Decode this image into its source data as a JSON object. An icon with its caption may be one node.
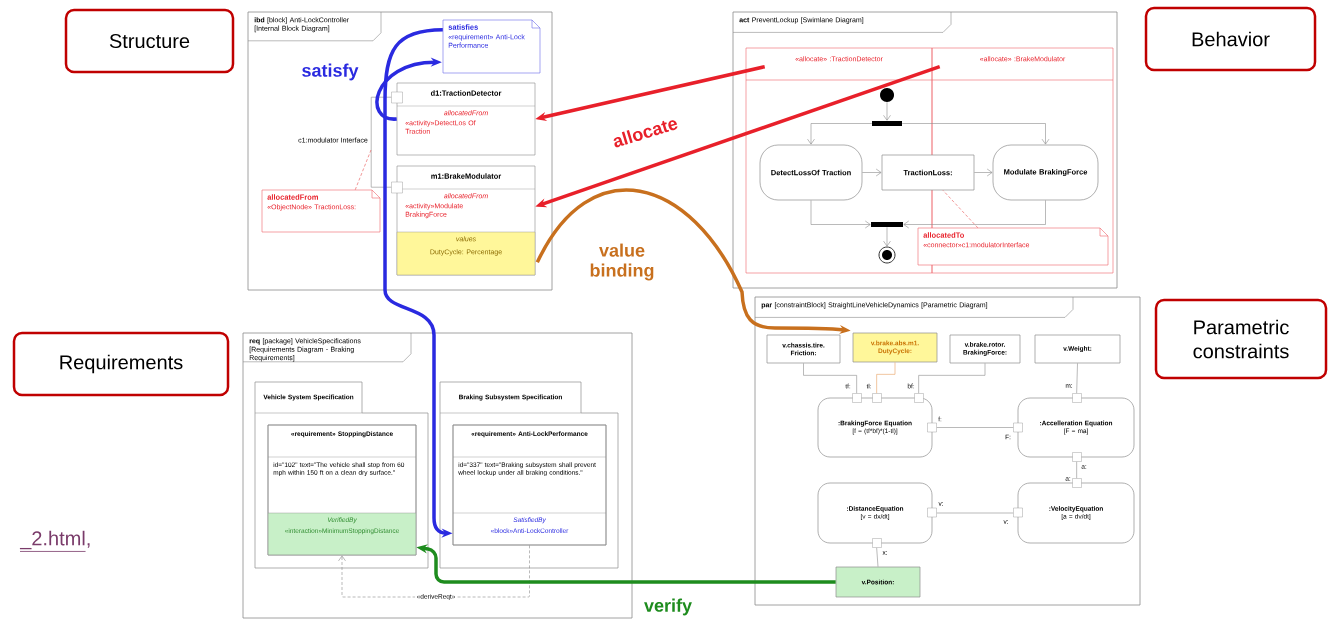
{
  "diagram": {
    "nodes": [
      {
        "text": [
          "Structure"
        ]
      },
      {
        "text": [
          "Behavior"
        ]
      },
      {
        "text": [
          "Parametric constraints"
        ]
      },
      {
        "text": [
          "Requirements"
        ]
      },
      {
        "text": [
          "**ibd** [block] Anti-LockController [Internal Block Diagram]"
        ]
      },
      {
        "text": [
          "satisfies",
          "«requirement» Anti-Lock Performance"
        ],
        "in": 4
      },
      {
        "text": [
          "d1:TractionDetector",
          "allocatedFrom",
          "«activity»DetectLos Of Traction"
        ],
        "in": 4
      },
      {
        "text": [
          "m1:BrakeModulator",
          "allocatedFrom",
          "«activity»Modulate BrakingForce",
          "values",
          "DutyCycle: Percentage"
        ],
        "in": 4
      },
      {
        "text": [
          "allocatedFrom",
          "«ObjectNode» TractionLoss:"
        ],
        "in": 4
      },
      {
        "text": [
          "**act** PreventLockup [Swimlane Diagram]"
        ]
      },
      {
        "text": [
          "«allocate» :TractionDetector"
        ],
        "in": 9
      },
      {
        "text": [
          "«allocate» :BrakeModulator"
        ],
        "in": 9
      },
      {
        "text": [],
        "shape": "circle",
        "in": 10
      },
      {
        "text": [],
        "shape": "bar",
        "in": 10
      },
      {
        "text": [
          "DetectLossOf Traction"
        ],
        "in": 10
      },
      {
        "text": [
          "TractionLoss:"
        ],
        "in": 9
      },
      {
        "text": [
          "Modulate BrakingForce"
        ],
        "in": 11
      },
      {
        "text": [],
        "shape": "bar",
        "in": 10
      },
      {
        "text": [],
        "shape": "circle",
        "in": 10
      },
      {
        "text": [
          "allocatedTo",
          "«connector»c1:modulatorInterface"
        ],
        "in": 9
      },
      {
        "text": [
          "**req** [package] VehicleSpecifications [Requirements Diagram - Braking Requirements]"
        ]
      },
      {
        "text": [
          "Vehicle System Specification"
        ],
        "in": 20
      },
      {
        "text": [
          "«requirement» StoppingDistance",
          "id=\"102\" text=\"The vehicle shall stop from 60 mph within 150 ft on a clean dry surface.\"",
          "VerifiedBy",
          "«interaction»MinimumStoppingDistance"
        ],
        "in": 21
      },
      {
        "text": [
          "Braking Subsystem Specification"
        ],
        "in": 20
      },
      {
        "text": [
          "«requirement» Anti-LockPerformance",
          "id=\"337\" text=\"Braking subsystem shall prevent wheel lockup under all braking conditions.\"",
          "SatisfiedBy",
          "«block»Anti-LockController"
        ],
        "in": 23
      },
      {
        "text": [
          "**par** [constraintBlock] StraightLineVehicleDynamics [Parametric Diagram]"
        ]
      },
      {
        "text": [
          "v.chassis.tire. Friction:"
        ],
        "in": 25
      },
      {
        "text": [
          "v.brake.abs.m1. DutyCycle:"
        ],
        "in": 25
      },
      {
        "text": [
          "v.brake.rotor. BrakingForce:"
        ],
        "in": 25
      },
      {
        "text": [
          "v.Weight:"
        ],
        "in": 25
      },
      {
        "text": [
          ":BrakingForce Equation",
          "[f = (tf*bf)*(1-tl)]"
        ],
        "in": 25
      },
      {
        "text": [
          ":Accelleration Equation",
          "[F = ma]"
        ],
        "in": 25
      },
      {
        "text": [
          ":DistanceEquation",
          "[v = dx/dt]"
        ],
        "in": 25
      },
      {
        "text": [
          ":VelocityEquation",
          "[a = dv/dt]"
        ],
        "in": 25
      },
      {
        "text": [
          "v.Position:"
        ],
        "in": 25
      }
    ],
    "edges": [
      {
        "from": 6,
        "to": 7,
        "arrow": "none",
        "label": "c1:modulator Interface"
      },
      {
        "from": 8,
        "to": null,
        "arrow": "none",
        "style": "dashed",
        "color": "#e85050"
      },
      {
        "from": 12,
        "to": 13,
        "arrow": "to"
      },
      {
        "from": 13,
        "to": 14,
        "arrow": "to"
      },
      {
        "from": 13,
        "to": 16,
        "arrow": "to"
      },
      {
        "from": 14,
        "to": 15,
        "arrow": "to"
      },
      {
        "from": 15,
        "to": 16,
        "arrow": "to"
      },
      {
        "from": 14,
        "to": 17,
        "arrow": "to"
      },
      {
        "from": 16,
        "to": 17,
        "arrow": "to"
      },
      {
        "from": 17,
        "to": 18,
        "arrow": "to"
      },
      {
        "from": 19,
        "to": 15,
        "arrow": "none",
        "style": "dashed",
        "color": "#e85050"
      },
      {
        "from": 24,
        "to": 22,
        "arrow": "to",
        "style": "dashed",
        "label": "«deriveReqt»"
      },
      {
        "from": 26,
        "to": 30,
        "arrow": "none"
      },
      {
        "from": 27,
        "to": 30,
        "arrow": "none",
        "color": "#e8a060"
      },
      {
        "from": 28,
        "to": 30,
        "arrow": "none"
      },
      {
        "from": 29,
        "to": 31,
        "arrow": "none"
      },
      {
        "from": 30,
        "to": 31,
        "arrow": "none"
      },
      {
        "from": 31,
        "to": 33,
        "arrow": "none"
      },
      {
        "from": 32,
        "to": 33,
        "arrow": "none"
      },
      {
        "from": 32,
        "to": 34,
        "arrow": "none"
      },
      {
        "from": 10,
        "to": 6,
        "arrow": "to",
        "style": "thick",
        "color": "#e8202a"
      },
      {
        "from": 11,
        "to": 7,
        "arrow": "to",
        "style": "thick",
        "color": "#e8202a",
        "label": "allocate"
      },
      {
        "from": 6,
        "to": 5,
        "arrow": "to",
        "style": "thick",
        "color": "#2a2ae0",
        "label": "satisfy"
      },
      {
        "from": 5,
        "to": 24,
        "arrow": "to",
        "style": "thick",
        "color": "#2a2ae0"
      },
      {
        "from": 7,
        "to": 27,
        "arrow": "to",
        "style": "thick",
        "color": "#c8701e",
        "label": "value binding"
      },
      {
        "from": 34,
        "to": 22,
        "arrow": "to",
        "style": "thick",
        "color": "#1e8c1e",
        "label": "verify"
      }
    ],
    "labels": [
      "_2.html,",
      "tf:",
      "tl:",
      "bf:",
      "m:",
      "f:",
      "F:",
      "a:",
      "a:",
      "v:",
      "v:",
      "x:"
    ]
  }
}
